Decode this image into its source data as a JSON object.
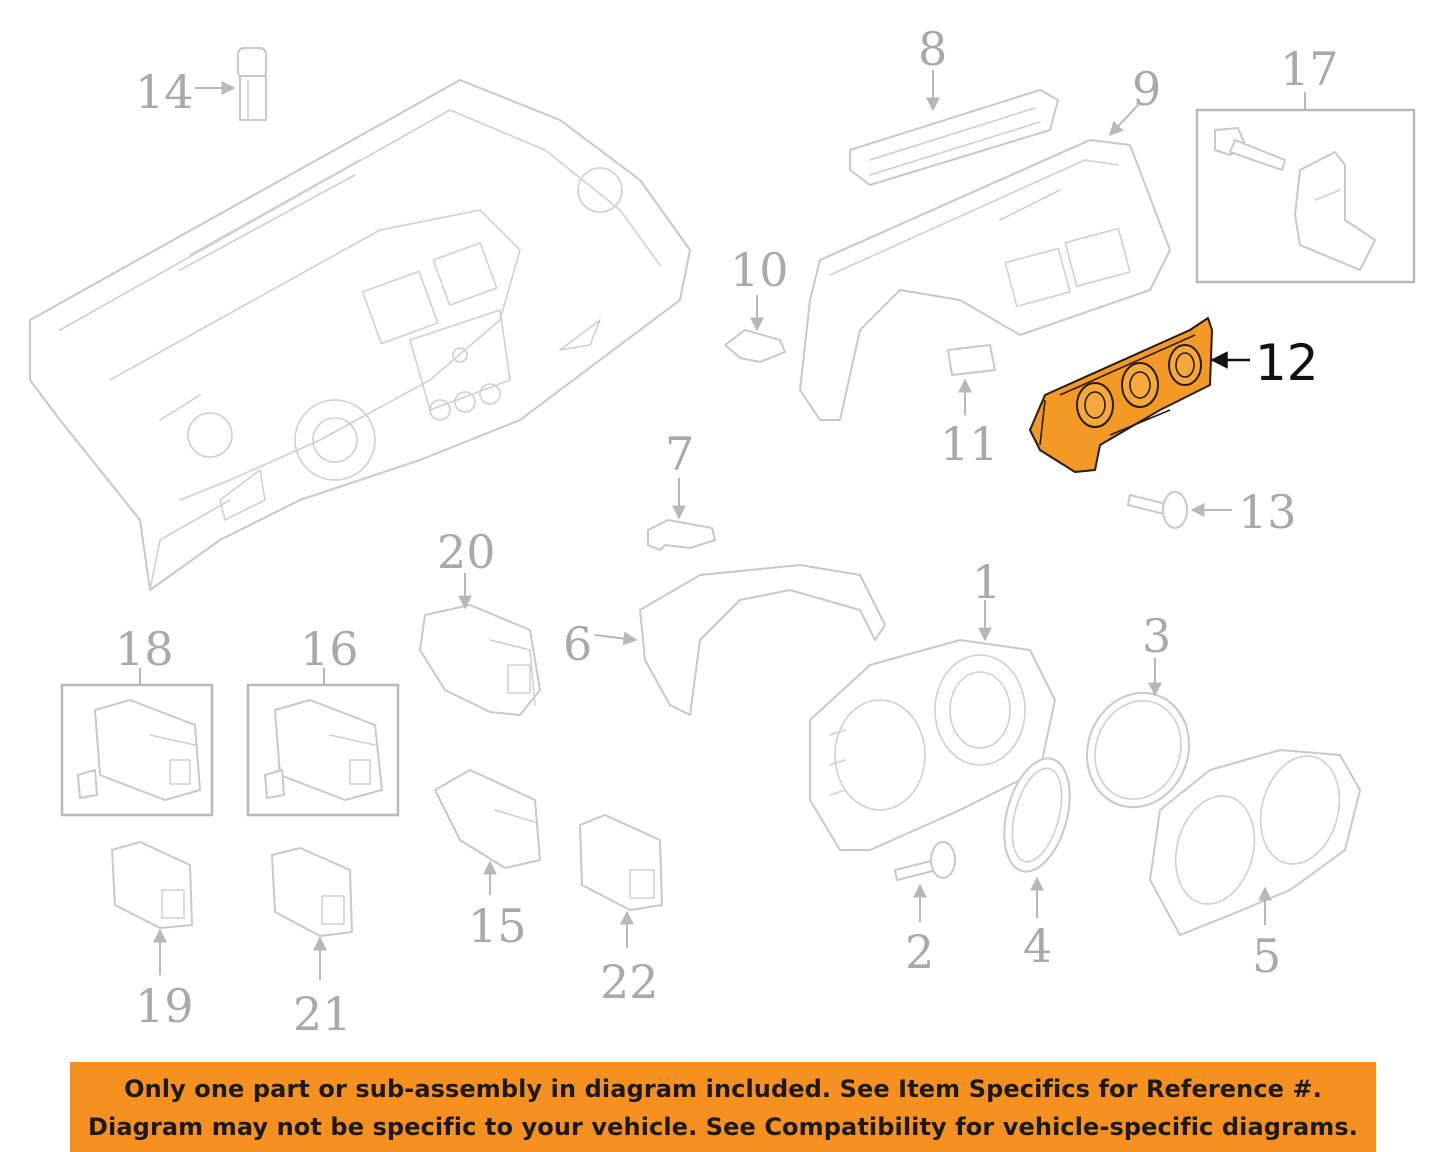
{
  "diagram": {
    "highlight_color": "#f39a24",
    "callouts": {
      "c1": "1",
      "c2": "2",
      "c3": "3",
      "c4": "4",
      "c5": "5",
      "c6": "6",
      "c7": "7",
      "c8": "8",
      "c9": "9",
      "c10": "10",
      "c11": "11",
      "c12": "12",
      "c13": "13",
      "c14": "14",
      "c15": "15",
      "c16": "16",
      "c17": "17",
      "c18": "18",
      "c19": "19",
      "c20": "20",
      "c21": "21",
      "c22": "22"
    },
    "highlighted_callout": "12"
  },
  "banner": {
    "background": "#f6901e",
    "line1": "Only one part or sub-assembly in diagram included. See Item Specifics for Reference #.",
    "line2": "Diagram may not be specific to your vehicle. See Compatibility for vehicle-specific diagrams."
  }
}
